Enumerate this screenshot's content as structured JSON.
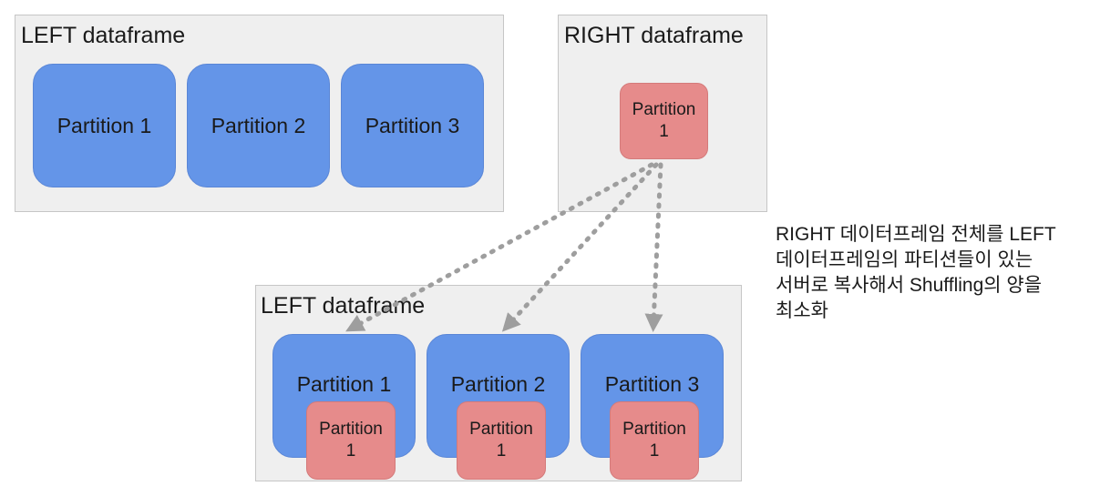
{
  "top_left": {
    "title": "LEFT dataframe",
    "partitions": [
      "Partition 1",
      "Partition 2",
      "Partition 3"
    ]
  },
  "top_right": {
    "title": "RIGHT dataframe",
    "partition": [
      "Partition",
      "1"
    ]
  },
  "bottom": {
    "title": "LEFT dataframe",
    "partitions": [
      "Partition 1",
      "Partition 2",
      "Partition 3"
    ],
    "copies": [
      "Partition",
      "1"
    ]
  },
  "note": [
    "RIGHT 데이터프레임 전체를 LEFT",
    "데이터프레임의 파티션들이 있는",
    "서버로 복사해서 Shuffling의 양을",
    "최소화"
  ],
  "colors": {
    "panel": "#efefef",
    "blue_partition": "#6495e8",
    "red_partition": "#e68b8b",
    "arrow": "#9e9e9e"
  }
}
